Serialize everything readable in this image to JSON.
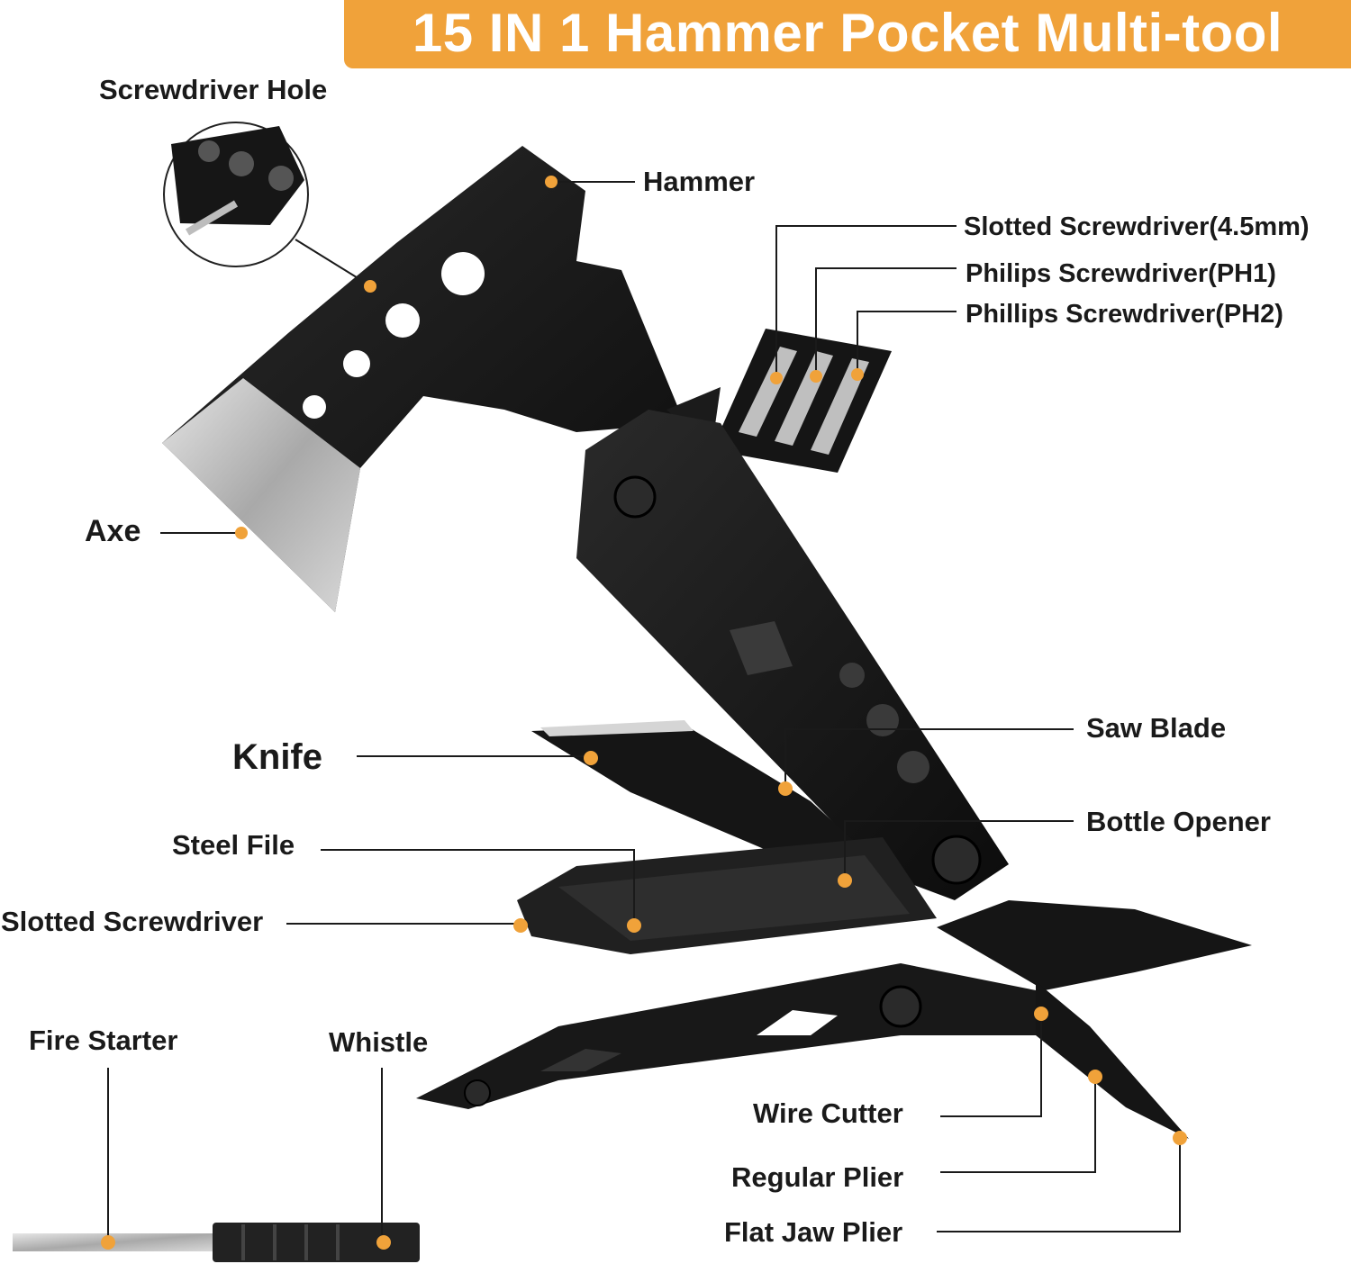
{
  "title": "15 IN 1 Hammer Pocket Multi-tool",
  "colors": {
    "accent": "#f0a23a",
    "tool_black": "#111111",
    "steel": "#c8c8c8",
    "leader_line": "#1a1a1a",
    "label_text": "#1a1a1a"
  },
  "labels": {
    "screwdriver_hole": "Screwdriver Hole",
    "hammer": "Hammer",
    "slotted_screwdriver_45": "Slotted Screwdriver(4.5mm)",
    "philips_ph1": "Philips Screwdriver(PH1)",
    "phillips_ph2": "Phillips Screwdriver(PH2)",
    "axe": "Axe",
    "saw_blade": "Saw Blade",
    "knife": "Knife",
    "bottle_opener": "Bottle Opener",
    "steel_file": "Steel File",
    "slotted_screwdriver": "Slotted Screwdriver",
    "fire_starter": "Fire Starter",
    "whistle": "Whistle",
    "wire_cutter": "Wire Cutter",
    "regular_plier": "Regular Plier",
    "flat_jaw_plier": "Flat Jaw Plier"
  }
}
